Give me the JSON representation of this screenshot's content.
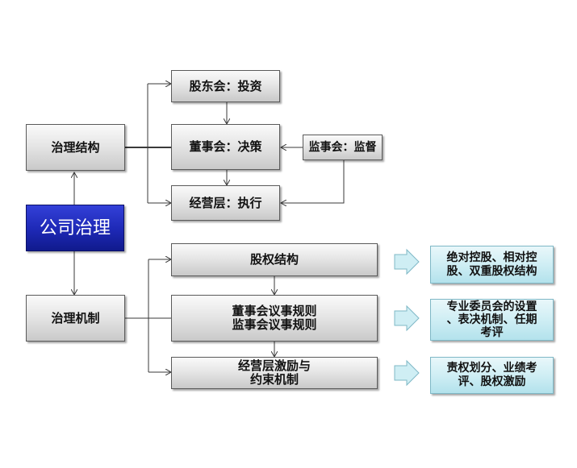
{
  "center": {
    "label": "公司治理"
  },
  "governance_structure": {
    "label": "治理结构",
    "shareholders": "股东会：投资",
    "board": "董事会：决策",
    "supervisors": "监事会：监督",
    "management": "经营层：执行"
  },
  "governance_mechanism": {
    "label": "治理机制",
    "equity": "股权结构",
    "rules": [
      "董事会议事规则",
      "监事会议事规则"
    ],
    "incentive": [
      "经营层激励与",
      "约束机制"
    ]
  },
  "notes": {
    "equity": [
      "绝对控股、相对控",
      "股、双重股权结构"
    ],
    "rules": [
      "专业委员会的设置",
      "、表决机制、任期",
      "考评"
    ],
    "incentive": [
      "责权划分、业绩考",
      "评、股权激励"
    ]
  },
  "colors": {
    "main_blue": "#1d28b5",
    "note_fill": "#cfeef4",
    "box_gray": "#e0e0e0"
  }
}
